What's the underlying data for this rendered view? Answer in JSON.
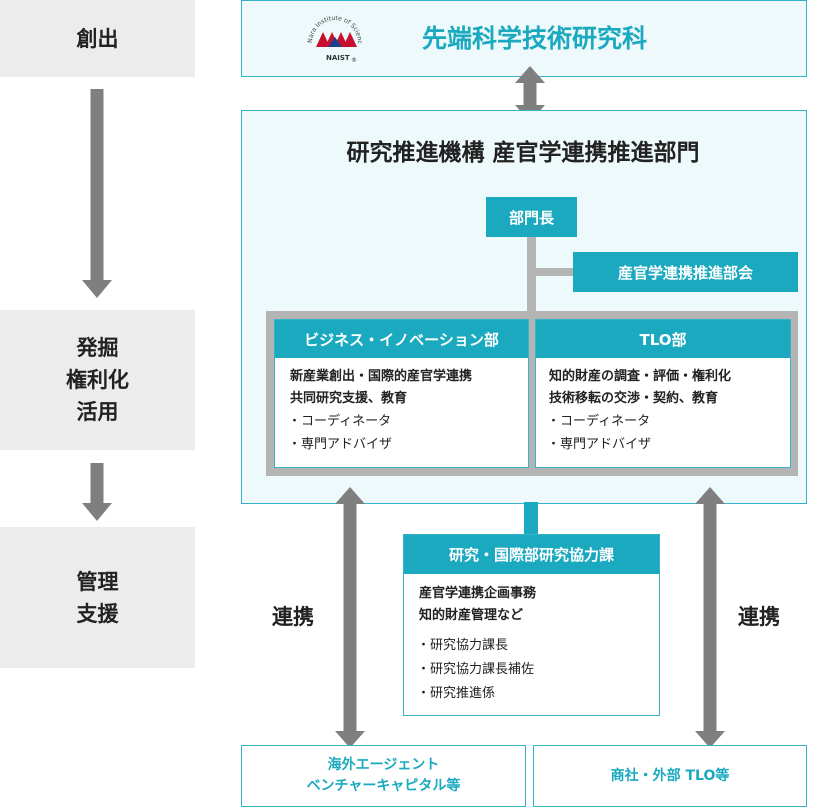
{
  "colors": {
    "teal": "#1aa9bf",
    "light_teal_bg": "#edf9fb",
    "stage_bg": "#ececec",
    "arrow": "#7f7f7f",
    "connector": "#b4b4b4"
  },
  "stages": {
    "create": "創出",
    "discover": "発掘\n権利化\n活用",
    "manage": "管理\n支援"
  },
  "top": {
    "logo_text": "NAIST",
    "logo_arc": "Nara Institute of Science and Technology",
    "logo_mark": "®",
    "graduate_school": "先端科学技術研究科"
  },
  "org": {
    "title": "研究推進機構 産官学連携推進部門",
    "head": "部門長",
    "committee": "産官学連携推進部会",
    "business": {
      "name": "ビジネス・イノベーション部",
      "desc1": "新産業創出・国際的産官学連携",
      "desc2": "共同研究支援、教育",
      "item1": "・コーディネータ",
      "item2": "・専門アドバイザ"
    },
    "tlo": {
      "name": "TLO部",
      "desc1": "知的財産の調査・評価・権利化",
      "desc2": "技術移転の交渉・契約、教育",
      "item1": "・コーディネータ",
      "item2": "・専門アドバイザ"
    }
  },
  "research_section": {
    "name": "研究・国際部研究協力課",
    "desc1": "産官学連携企画事務",
    "desc2": "知的財産管理など",
    "item1": "・研究協力課長",
    "item2": "・研究協力課長補佐",
    "item3": "・研究推進係"
  },
  "link_label_left": "連携",
  "link_label_right": "連携",
  "partners": {
    "left": "海外エージェント\nベンチャーキャピタル等",
    "right": "商社・外部 TLO等"
  }
}
